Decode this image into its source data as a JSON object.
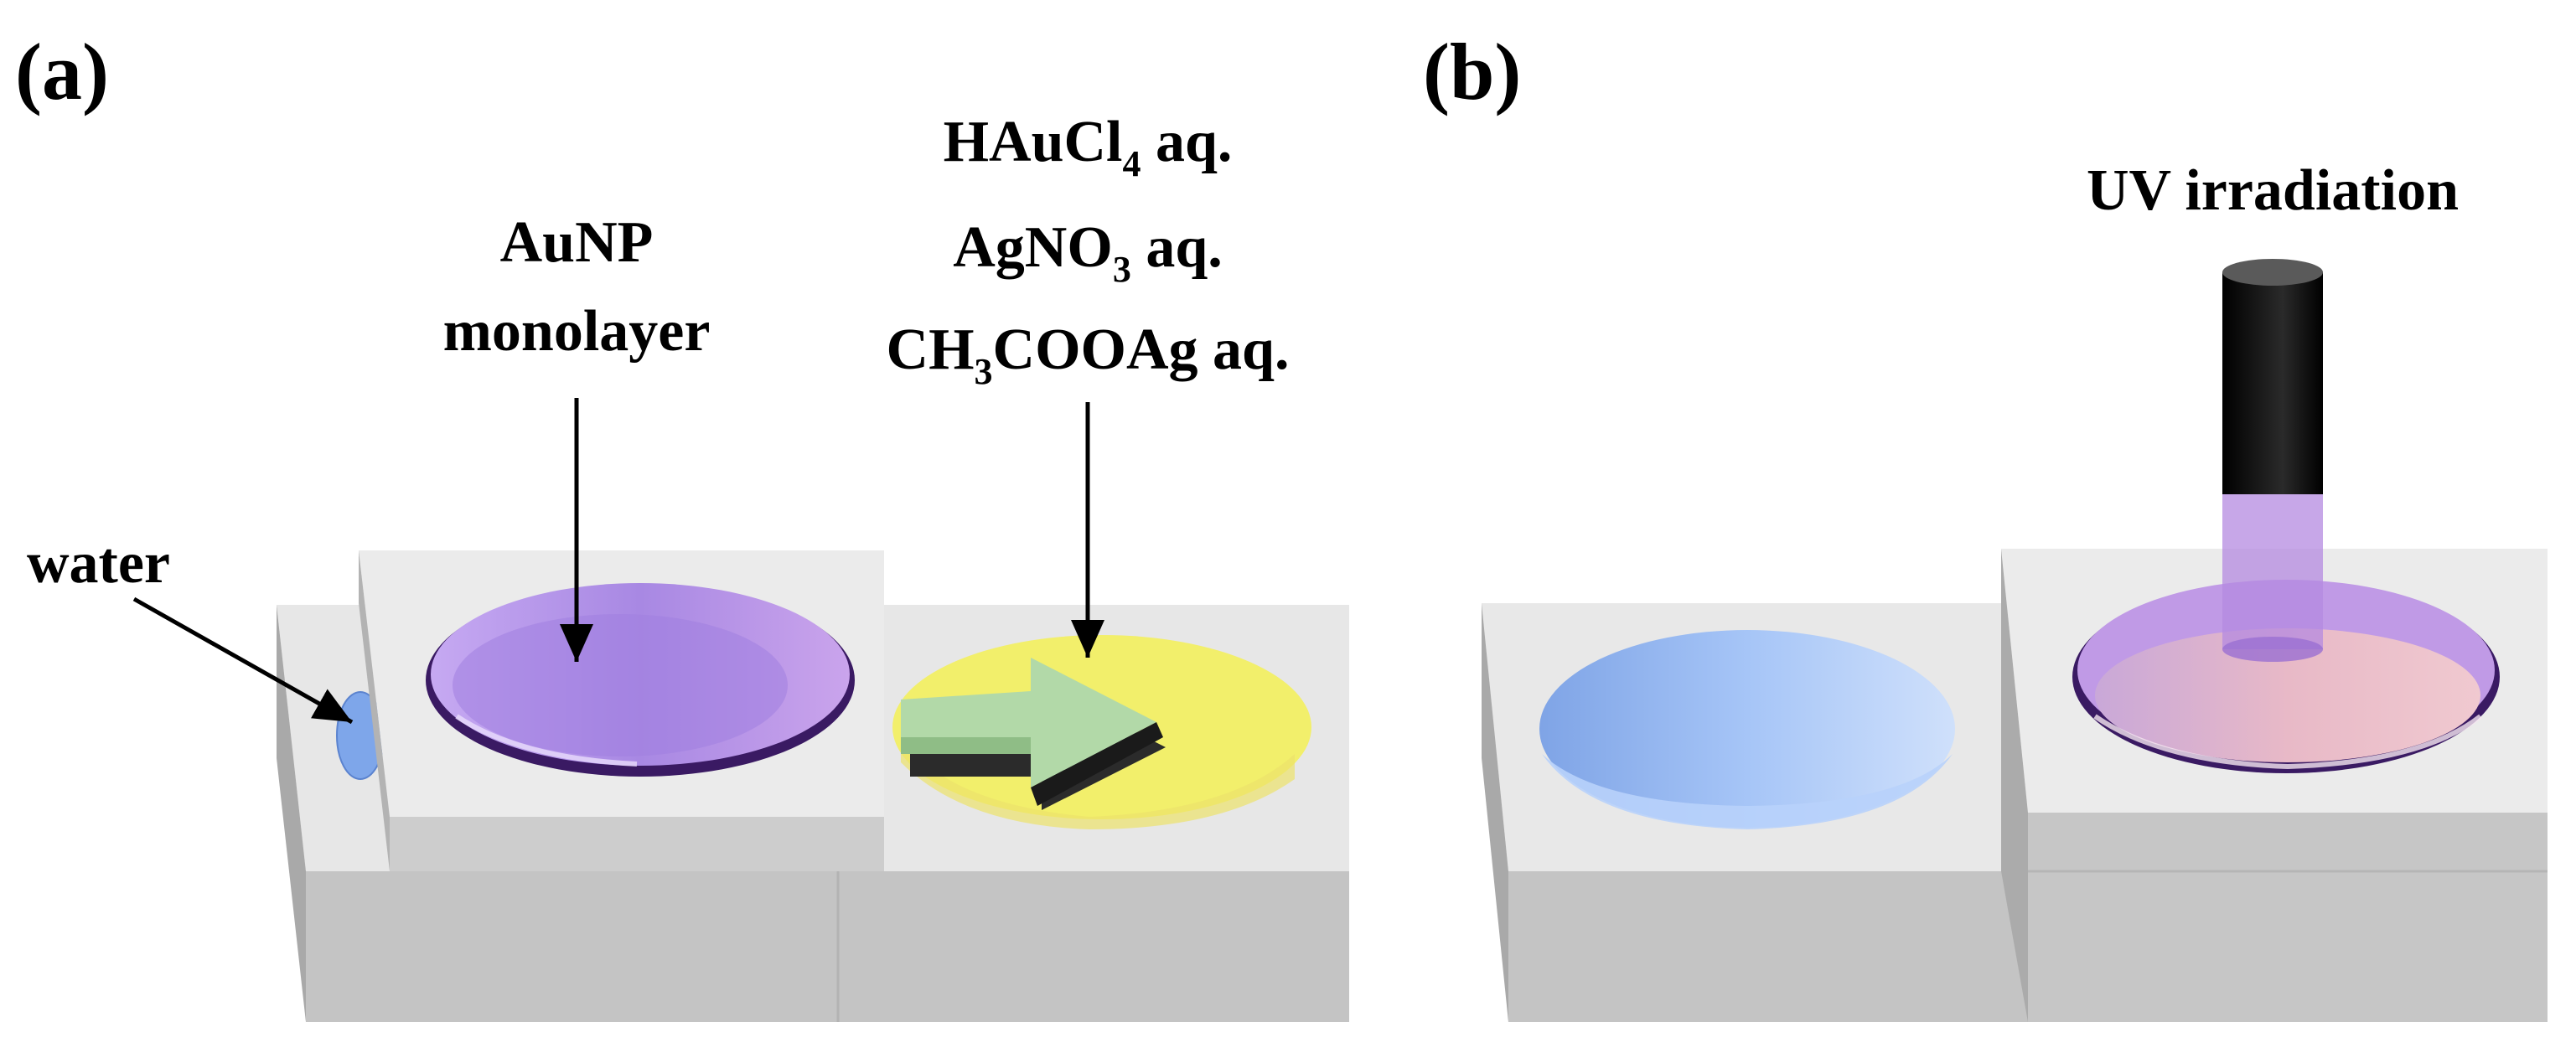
{
  "panels": {
    "a": {
      "label": "(a)"
    },
    "b": {
      "label": "(b)"
    }
  },
  "labels": {
    "water": "water",
    "monolayer_line1": "AuNP",
    "monolayer_line2": "monolayer",
    "solution_line1_main": "HAuCl",
    "solution_line1_sub": "4",
    "solution_line1_tail": " aq.",
    "solution_line2_main": "AgNO",
    "solution_line2_sub": "3",
    "solution_line2_tail": " aq.",
    "solution_line3_a": "CH",
    "solution_line3_sub": "3",
    "solution_line3_b": "COOAg aq.",
    "uv": "UV irradiation"
  },
  "colors": {
    "block_top": "#e6e6e6",
    "block_front": "#c3c3c3",
    "block_side": "#a7a7a7",
    "purple": "#b48ce6",
    "purple_rim": "#3c1c66",
    "blue_well": "#9fc0f5",
    "yellow": "#f1ef6b",
    "arrow_green": "#b2d9a8",
    "lamp": "#151515",
    "beam": "#b58ae0",
    "pink": "#e7b3c3"
  }
}
